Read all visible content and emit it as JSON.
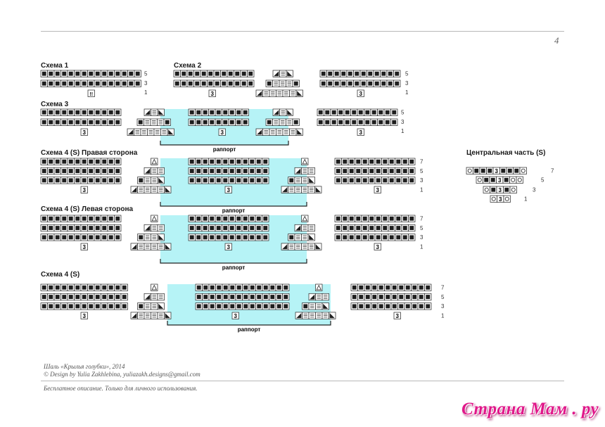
{
  "page_number": "4",
  "titles": {
    "scheme1": "Схема 1",
    "scheme2": "Схема 2",
    "scheme3": "Схема 3",
    "scheme4_right": "Схема 4 (S) Правая сторона",
    "scheme4_left": "Схема 4 (S) Левая сторона",
    "scheme4": "Схема 4 (S)",
    "center": "Центральная часть (S)"
  },
  "rapport_label": "раппорт",
  "row_numbers": {
    "three": [
      "5",
      "3",
      "1"
    ],
    "four": [
      "7",
      "5",
      "3",
      "1"
    ]
  },
  "center_row_numbers": [
    "7",
    "5",
    "3",
    "1"
  ],
  "cell_symbols": {
    "stitch_count": "3",
    "special": "!!"
  },
  "footer": {
    "line1": "Шаль «Крылья голубки», 2014",
    "line2": "© Design by Yulia Zakhlebina, yuliazakh.designs@gmail.com",
    "line3": "Бесплатное описание. Только для личного использования."
  },
  "watermark": "Страна Мам . ру",
  "colors": {
    "rapport_fill": "#b6f3f6",
    "cell_fill": "#1e1e1e",
    "rule": "#b8b8b8",
    "logo": "#e0188a"
  }
}
